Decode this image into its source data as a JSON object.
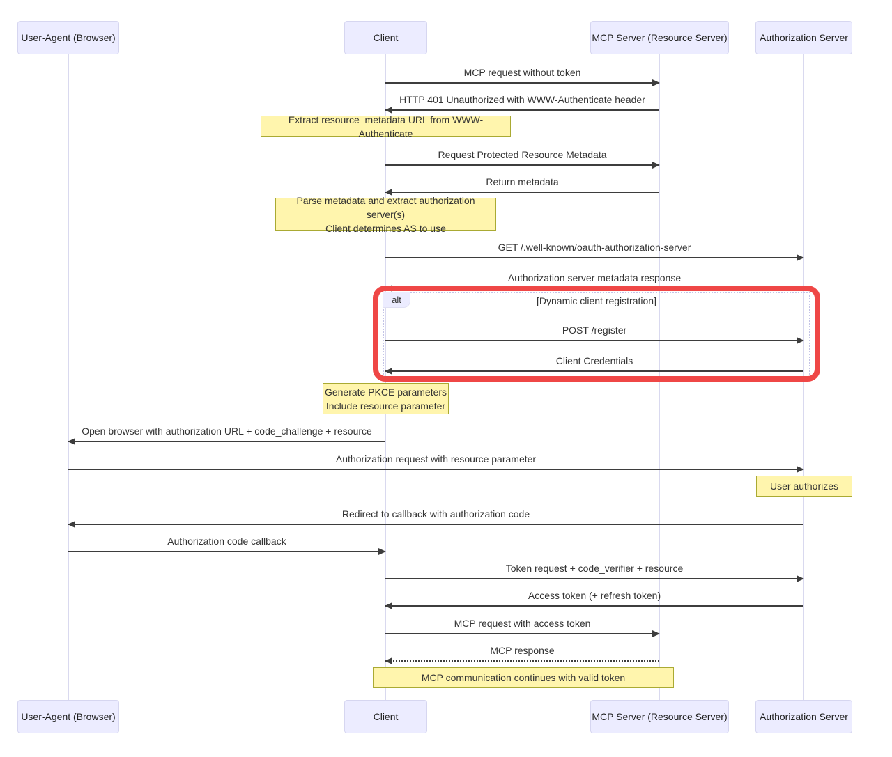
{
  "actors": [
    {
      "id": "user-agent",
      "label": "User-Agent (Browser)"
    },
    {
      "id": "client",
      "label": "Client"
    },
    {
      "id": "mcp-server",
      "label": "MCP Server (Resource Server)"
    },
    {
      "id": "auth-server",
      "label": "Authorization Server"
    }
  ],
  "messages": [
    {
      "from": "client",
      "to": "mcp-server",
      "label": "MCP request without token",
      "line": "solid"
    },
    {
      "from": "mcp-server",
      "to": "client",
      "label": "HTTP 401 Unauthorized with WWW-Authenticate header",
      "line": "solid"
    },
    {
      "from": "client",
      "to": "mcp-server",
      "label": "Request Protected Resource Metadata",
      "line": "solid"
    },
    {
      "from": "mcp-server",
      "to": "client",
      "label": "Return metadata",
      "line": "solid"
    },
    {
      "from": "client",
      "to": "auth-server",
      "label": "GET /.well-known/oauth-authorization-server",
      "line": "solid"
    },
    {
      "from": "auth-server",
      "to": "client",
      "label": "Authorization server metadata response",
      "line": "solid"
    },
    {
      "from": "client",
      "to": "auth-server",
      "label": "POST /register",
      "line": "solid"
    },
    {
      "from": "auth-server",
      "to": "client",
      "label": "Client Credentials",
      "line": "solid"
    },
    {
      "from": "client",
      "to": "user-agent",
      "label": "Open browser with authorization URL + code_challenge + resource",
      "line": "solid"
    },
    {
      "from": "user-agent",
      "to": "auth-server",
      "label": "Authorization request with resource parameter",
      "line": "solid"
    },
    {
      "from": "auth-server",
      "to": "user-agent",
      "label": "Redirect to callback with authorization code",
      "line": "solid"
    },
    {
      "from": "user-agent",
      "to": "client",
      "label": "Authorization code callback",
      "line": "solid"
    },
    {
      "from": "client",
      "to": "auth-server",
      "label": "Token request + code_verifier + resource",
      "line": "solid"
    },
    {
      "from": "auth-server",
      "to": "client",
      "label": "Access token (+ refresh token)",
      "line": "solid"
    },
    {
      "from": "client",
      "to": "mcp-server",
      "label": "MCP request with access token",
      "line": "solid"
    },
    {
      "from": "mcp-server",
      "to": "client",
      "label": "MCP response",
      "line": "dotted"
    }
  ],
  "notes": [
    {
      "over": "client",
      "line1": "Extract resource_metadata URL from WWW-Authenticate",
      "line2": ""
    },
    {
      "over": "client",
      "line1": "Parse metadata and extract authorization server(s)",
      "line2": "Client determines AS to use"
    },
    {
      "over": "client",
      "line1": "Generate PKCE parameters",
      "line2": "Include resource parameter"
    },
    {
      "over": "auth-server",
      "line1": "User authorizes",
      "line2": ""
    },
    {
      "over": "client, mcp-server",
      "line1": "MCP communication continues with valid token",
      "line2": ""
    }
  ],
  "alt_block": {
    "keyword": "alt",
    "condition": "[Dynamic client registration]"
  },
  "colors": {
    "actor_fill": "#ECECFF",
    "actor_border": "#D6D6F0",
    "lifeline": "#D9D9EF",
    "note_fill": "#FFF5AD",
    "note_border": "#AAAA33",
    "message_line": "#3D3D3D",
    "alt_border": "#C3C3E6",
    "highlight_red": "#EF4746"
  }
}
